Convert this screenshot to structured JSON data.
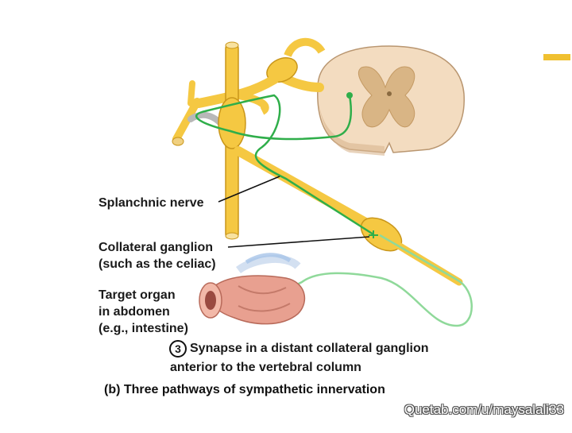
{
  "labels": {
    "splanchnic": "Splanchnic nerve",
    "collateral_line1": "Collateral ganglion",
    "collateral_line2": "(such as the celiac)",
    "target_line1": "Target organ",
    "target_line2": "in abdomen",
    "target_line3": "(e.g., intestine)"
  },
  "step": {
    "number": "3",
    "line1": "Synapse in a distant collateral ganglion",
    "line2": "anterior to the vertebral column"
  },
  "caption": "(b) Three pathways of sympathetic innervation",
  "watermark": "Quetab.com/u/maysalali33",
  "colors": {
    "nerve": "#f5c842",
    "nerve_edge": "#c9961a",
    "preganglionic": "#2fae4a",
    "postganglionic": "#8fd99a",
    "spinal_cord": "#f3dcc0",
    "grey_matter": "#d9b585",
    "intestine": "#e8a090"
  }
}
